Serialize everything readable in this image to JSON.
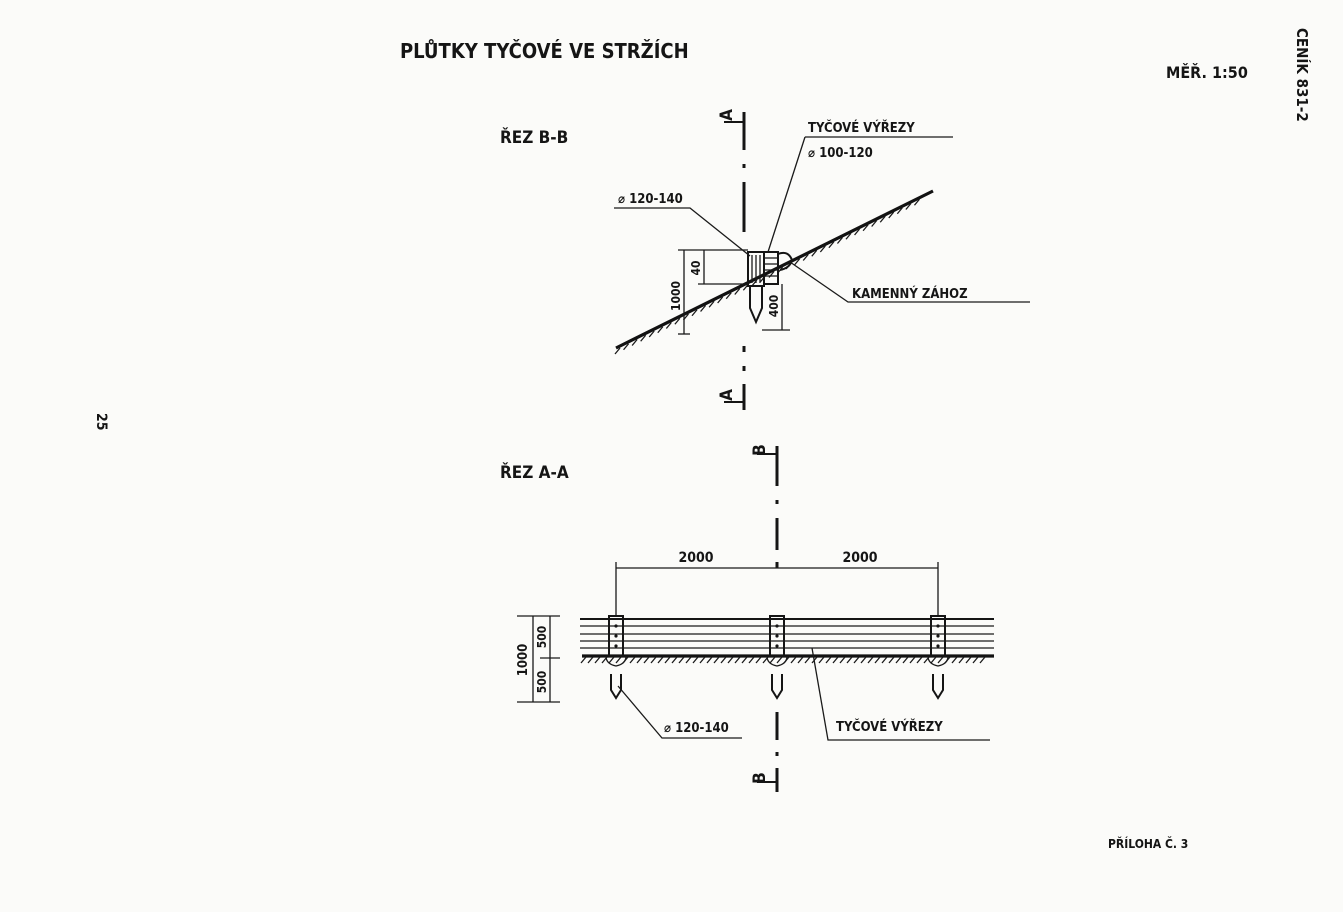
{
  "sheet": {
    "title": "PLŮTKY TYČOVÉ VE STRŽÍCH",
    "scale": "MĚŘ. 1:50",
    "catalog": "CENÍK 831-2",
    "page_number": "25",
    "appendix": "PŘÍLOHA Č. 3"
  },
  "section_bb": {
    "heading": "ŘEZ B-B",
    "cut_label": "A",
    "label_rods": "TYČOVÉ VÝŘEZY",
    "dim_rod_diameter": "⌀ 100-120",
    "dim_post_diameter": "⌀ 120-140",
    "label_stone": "KAMENNÝ ZÁHOZ",
    "dim_total": "1000",
    "dim_upper": "40",
    "dim_lower": "400"
  },
  "section_aa": {
    "heading": "ŘEZ A-A",
    "cut_label": "B",
    "dim_span_left": "2000",
    "dim_span_right": "2000",
    "dim_total": "1000",
    "dim_upper": "500",
    "dim_lower": "500",
    "dim_post_diameter": "⌀ 120-140",
    "label_rods": "TYČOVÉ VÝŘEZY"
  }
}
